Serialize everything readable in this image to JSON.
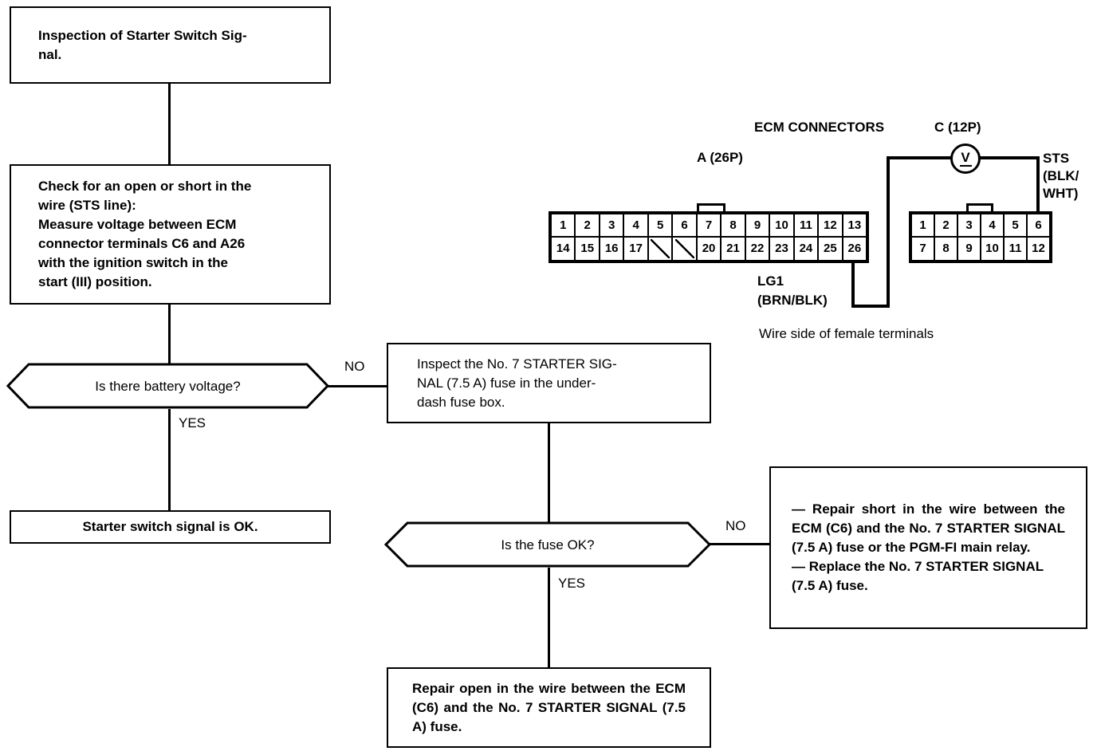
{
  "title": "Inspection of Starter Switch Signal",
  "flow": {
    "step1": {
      "text": "Inspection of Starter Switch Sig-\nnal."
    },
    "step2": {
      "text": "Check for an open or short in the\nwire (STS line):\nMeasure voltage between ECM\nconnector terminals C6 and A26\nwith the ignition switch in the\nstart (III) position."
    },
    "decision1": {
      "question": "Is there battery voltage?",
      "yes_label": "YES",
      "no_label": "NO"
    },
    "result_ok": {
      "text": "Starter switch signal is OK."
    },
    "step3": {
      "text": "Inspect the No. 7 STARTER SIG-\nNAL (7.5 A) fuse in the under-\ndash fuse box."
    },
    "decision2": {
      "question": "Is the fuse OK?",
      "yes_label": "YES",
      "no_label": "NO"
    },
    "repair_short": {
      "item1": "— Repair short in the wire between the ECM (C6) and the No. 7 STARTER SIGNAL (7.5 A) fuse or the PGM-FI main relay.",
      "item2": "— Replace the No. 7 STARTER SIGNAL (7.5 A) fuse."
    },
    "repair_open": {
      "text": "Repair open in the wire between the ECM (C6) and the No. 7 STARTER SIGNAL (7.5 A) fuse."
    }
  },
  "connectors": {
    "heading": "ECM CONNECTORS",
    "connector_a": {
      "label": "A (26P)",
      "row_top": [
        "1",
        "2",
        "3",
        "4",
        "5",
        "6",
        "7",
        "8",
        "9",
        "10",
        "11",
        "12",
        "13"
      ],
      "row_bottom": [
        "14",
        "15",
        "16",
        "17",
        "",
        "",
        "20",
        "21",
        "22",
        "23",
        "24",
        "25",
        "26"
      ],
      "blank_cells": [
        4,
        5
      ]
    },
    "connector_c": {
      "label": "C (12P)",
      "row_top": [
        "1",
        "2",
        "3",
        "4",
        "5",
        "6"
      ],
      "row_bottom": [
        "7",
        "8",
        "9",
        "10",
        "11",
        "12"
      ]
    },
    "wire_sts": "STS\n(BLK/\nWHT)",
    "wire_lg1": "LG1\n(BRN/BLK)",
    "meter": {
      "glyph": "V"
    },
    "caption": "Wire side of female terminals"
  },
  "colors": {
    "ink": "#000000",
    "paper": "#ffffff"
  }
}
